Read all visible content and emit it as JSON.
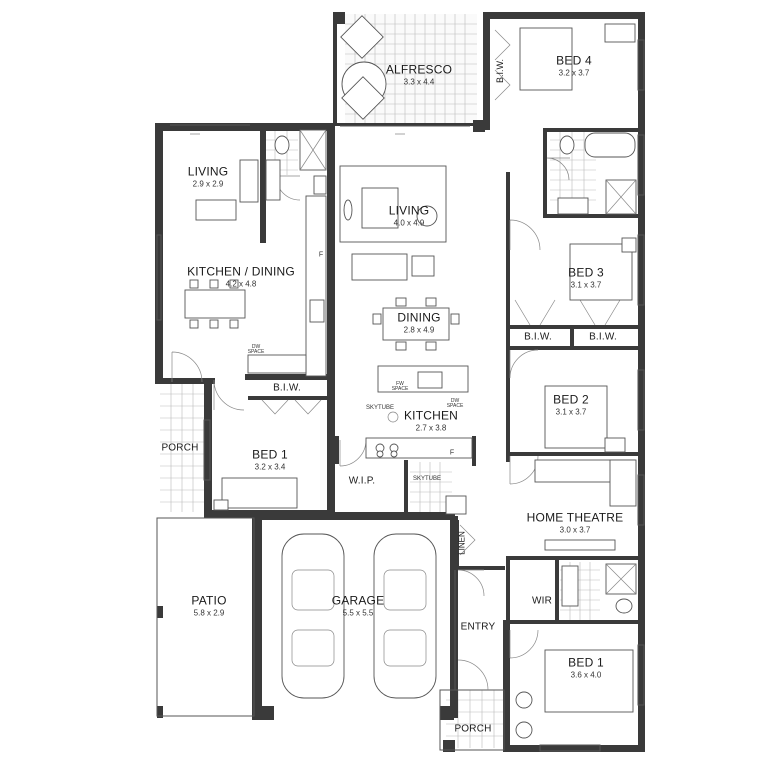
{
  "rooms": {
    "alfresco": {
      "name": "ALFRESCO",
      "dim": "3.3 x 4.4"
    },
    "bed4": {
      "name": "BED 4",
      "dim": "3.2 x 3.7"
    },
    "living_left": {
      "name": "LIVING",
      "dim": "2.9 x 2.9"
    },
    "living_center": {
      "name": "LIVING",
      "dim": "4.0 x 4.9"
    },
    "kitchen_dining": {
      "name": "KITCHEN / DINING",
      "dim": "4.2 x 4.8"
    },
    "dining": {
      "name": "DINING",
      "dim": "2.8 x 4.9"
    },
    "bed3": {
      "name": "BED 3",
      "dim": "3.1 x 3.7"
    },
    "bed2": {
      "name": "BED 2",
      "dim": "3.1 x 3.7"
    },
    "kitchen": {
      "name": "KITCHEN",
      "dim": "2.7 x 3.8"
    },
    "bed1_left": {
      "name": "BED 1",
      "dim": "3.2 x 3.4"
    },
    "home_theatre": {
      "name": "HOME THEATRE",
      "dim": "3.0 x 3.7"
    },
    "patio": {
      "name": "PATIO",
      "dim": "5.8 x 2.9"
    },
    "garage": {
      "name": "GARAGE",
      "dim": "5.5 x 5.5"
    },
    "bed1_right": {
      "name": "BED 1",
      "dim": "3.6 x 4.0"
    }
  },
  "labels": {
    "biw_top": "B.I.W.",
    "biw_bed1": "B.I.W.",
    "biw_left": "B.I.W.",
    "biw_right": "B.I.W.",
    "porch_left": "PORCH",
    "porch_bottom": "PORCH",
    "wip": "W.I.P.",
    "skytube_kitchen": "SKYTUBE",
    "skytube_wip": "SKYTUBE",
    "linen": "LINEN",
    "entry": "ENTRY",
    "wir": "WIR",
    "dw_space_left": "DW\nSPACE",
    "dw_space_kitchen": "DW\nSPACE",
    "fw_space": "FW\nSPACE",
    "fridge_left": "F",
    "fridge_kitchen": "F"
  }
}
